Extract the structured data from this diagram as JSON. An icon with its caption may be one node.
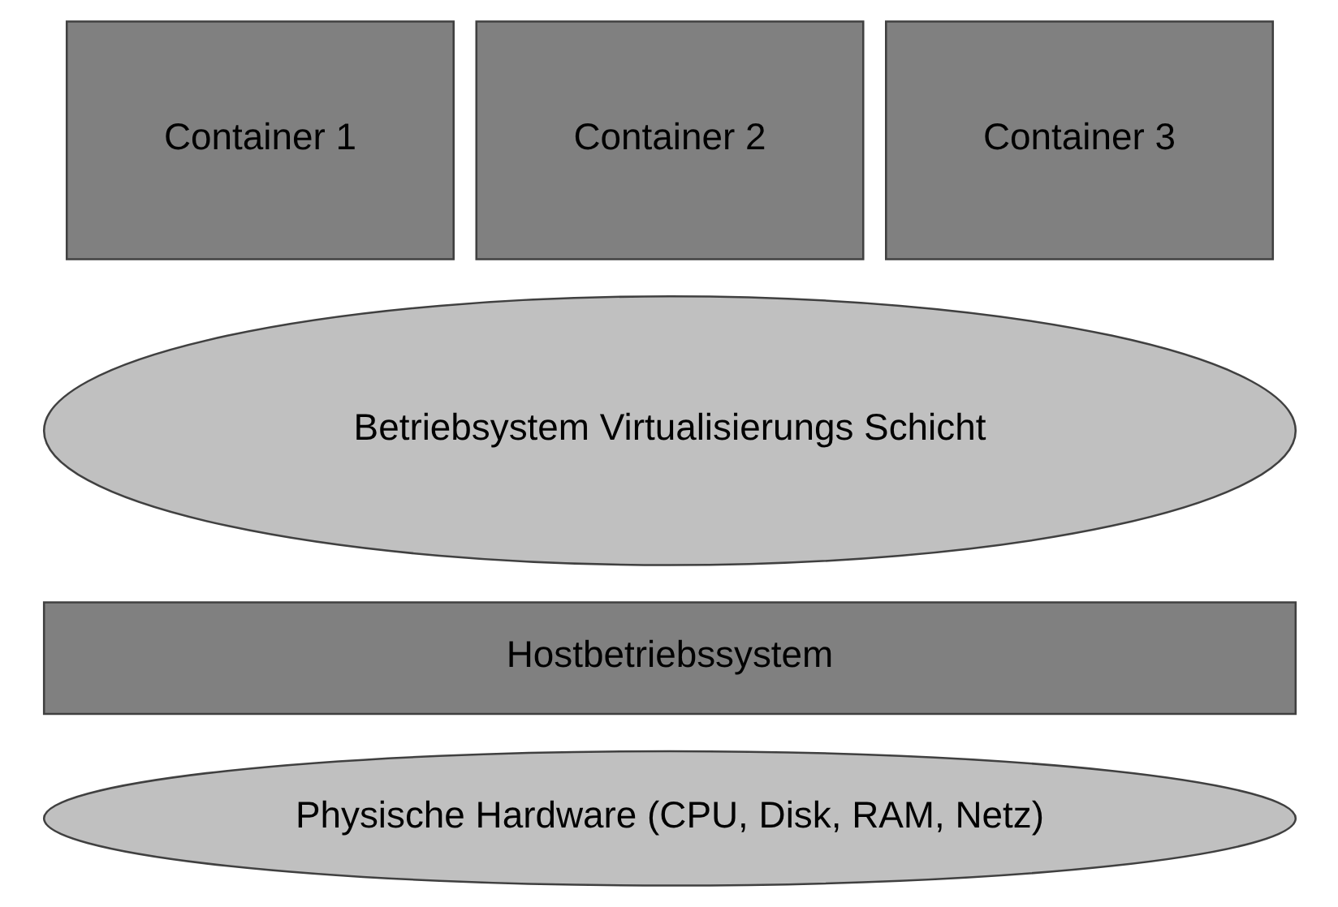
{
  "diagram": {
    "nodes": [
      {
        "text": [
          "Container 1"
        ]
      },
      {
        "text": [
          "Container 2"
        ]
      },
      {
        "text": [
          "Container 3"
        ]
      },
      {
        "text": [
          "Betriebsystem Virtualisierungs Schicht"
        ]
      },
      {
        "text": [
          "Hostbetriebssystem"
        ]
      },
      {
        "text": [
          "Physische Hardware (CPU, Disk, RAM, Netz)"
        ]
      }
    ]
  }
}
